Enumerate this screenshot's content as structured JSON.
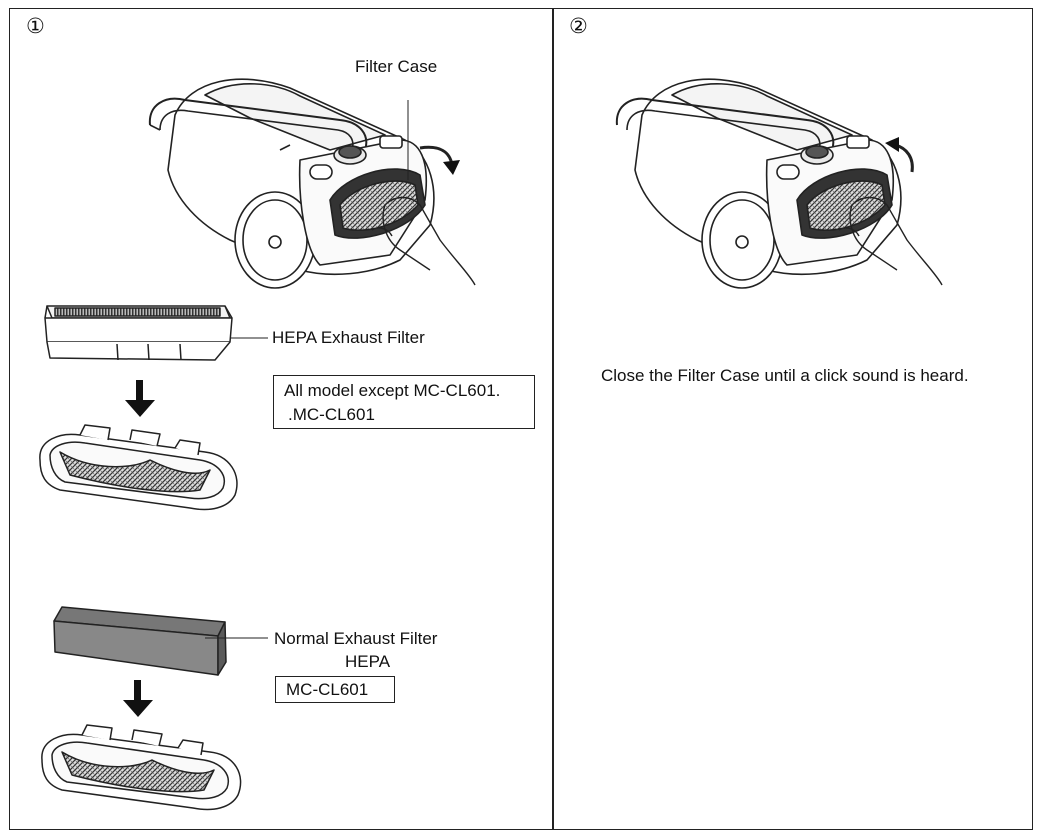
{
  "panel1": {
    "step": "①",
    "filter_case_label": "Filter Case",
    "hepa_label": "HEPA Exhaust Filter",
    "hepa_note_line1": "All model except MC-CL601.",
    "hepa_note_line2": ".MC-CL601",
    "normal_label": "Normal Exhaust Filter",
    "normal_label_line2": "HEPA",
    "normal_note": "MC-CL601"
  },
  "panel2": {
    "step": "②",
    "instruction": "Close the Filter Case until a click sound is heard."
  }
}
